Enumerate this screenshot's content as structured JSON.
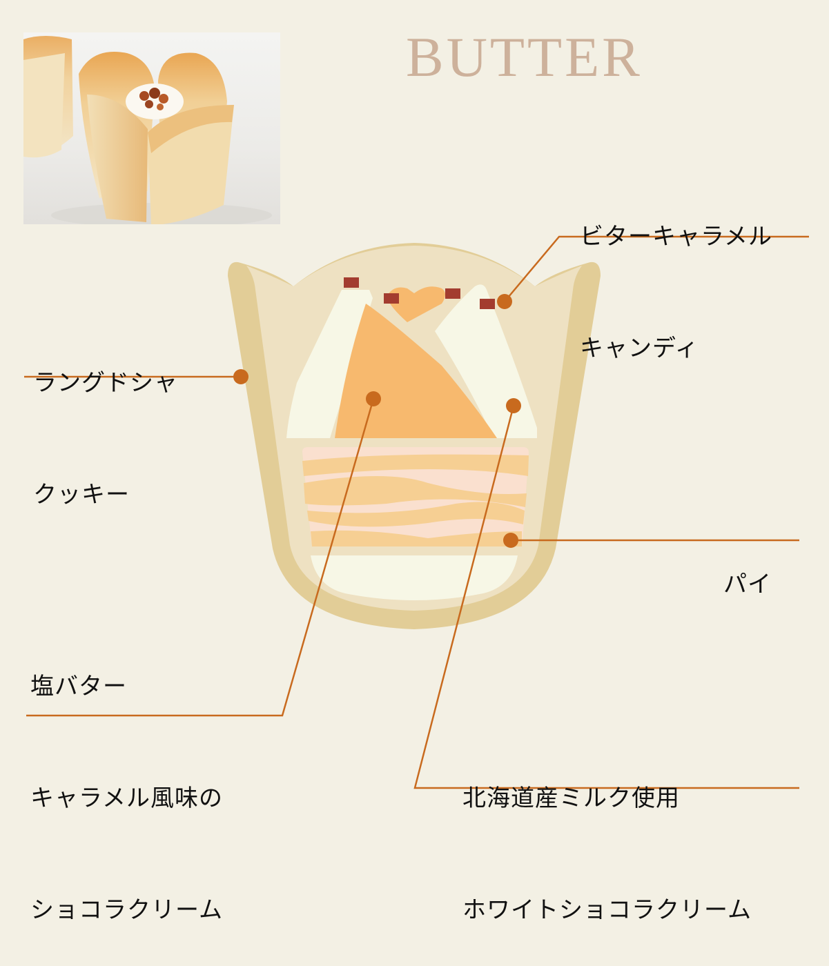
{
  "title": "BUTTER",
  "photo": {
    "alt": "tulip-shaped langue de chat cookie cup with cream and caramel candy"
  },
  "labels": {
    "bitter_caramel": {
      "line1": "ビターキャラメル",
      "line2": "キャンディ"
    },
    "langue_de_chat": {
      "line1": "ラングドシャ",
      "line2": "クッキー"
    },
    "pie": {
      "line1": "パイ"
    },
    "salted_butter": {
      "line1": "塩バター",
      "line2": "キャラメル風味の",
      "line3": "ショコラクリーム"
    },
    "hokkaido_milk": {
      "line1": "北海道産ミルク使用",
      "line2": "ホワイトショコラクリーム"
    }
  },
  "colors": {
    "background": "#f3f0e4",
    "title": "#cdb19b",
    "leader_line": "#c86a1e",
    "cup_outer": "#e2cd97",
    "cup_inner": "#eee1c2",
    "white_cream": "#f7f7e6",
    "caramel_cream": "#f7b96e",
    "pie_light": "#fae0cf",
    "pie_dark": "#f6cf93",
    "candy": "#a33c2f"
  }
}
